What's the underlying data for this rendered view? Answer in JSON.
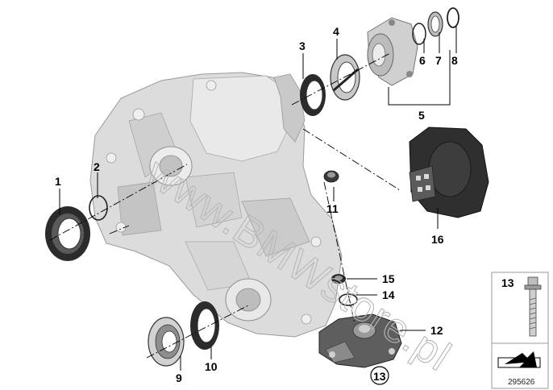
{
  "diagram": {
    "watermark": "www.BMWstore.pl",
    "document_number": "295626",
    "callouts": {
      "c1": "1",
      "c2": "2",
      "c3": "3",
      "c4": "4",
      "c5": "5",
      "c6": "6",
      "c7": "7",
      "c8": "8",
      "c9": "9",
      "c10": "10",
      "c11": "11",
      "c12": "12",
      "c13": "13",
      "c14": "14",
      "c15": "15",
      "c16": "16"
    },
    "legend": {
      "item_number": "13"
    },
    "colors": {
      "housing": "#dcdcdc",
      "housing_shade": "#b9b9b9",
      "dark_part": "#2b2b2b",
      "line": "#000000"
    }
  }
}
